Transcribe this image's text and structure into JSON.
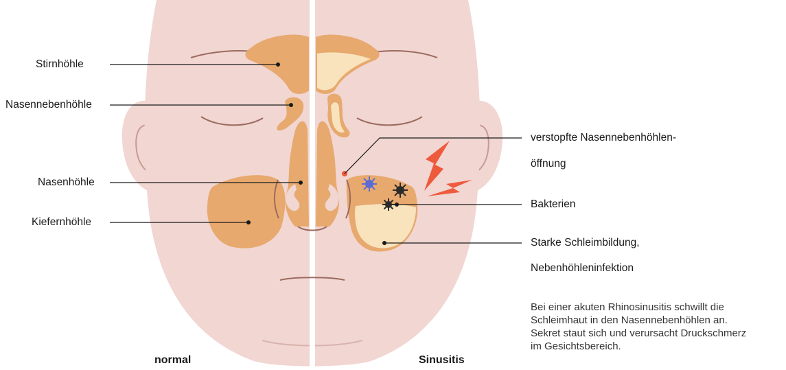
{
  "labels_left": {
    "stirnhoehle": "Stirnhöhle",
    "nasennebenhoehle": "Nasennebenhöhle",
    "nasenhoehle": "Nasenhöhle",
    "kieferhoehle": "Kiefernhöhle"
  },
  "labels_right": {
    "verstopft_line1": "verstopfte Nasennebenhöhlen-",
    "verstopft_line2": "öffnung",
    "bakterien": "Bakterien",
    "schleim_line1": "Starke Schleimbildung,",
    "schleim_line2": "Nebenhöhleninfektion"
  },
  "captions": {
    "left": "normal",
    "right": "Sinusitis"
  },
  "description": [
    "Bei einer akuten Rhinosinusitis schwillt die",
    "Schleimhaut in den Nasennebenhöhlen an.",
    "Sekret staut sich und verursacht Druckschmerz",
    "im Gesichtsbereich."
  ],
  "colors": {
    "skin": "#f1d6d2",
    "skin_dark": "#e7bfb9",
    "sinus": "#e7a96e",
    "mucus": "#f8e3bd",
    "feature_line": "#9c6a5e",
    "leader_line": "#1a1a1a",
    "pain_accent": "#ee5a3c",
    "bacteria_dark": "#2b2b2b",
    "bacteria_blue": "#5b6bd6"
  },
  "icons": [
    "pain-lightning-icon",
    "bacteria-icon"
  ]
}
